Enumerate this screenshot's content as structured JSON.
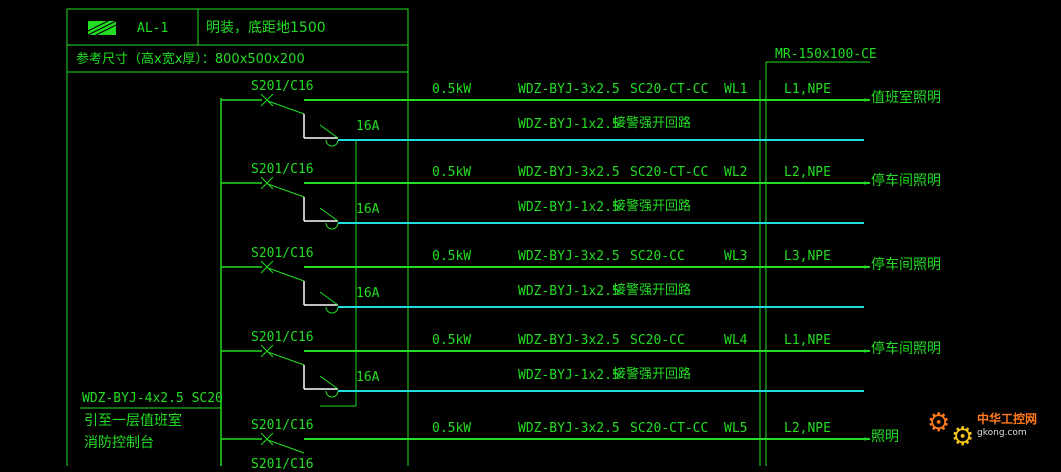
{
  "panel": {
    "id": "AL-1",
    "mount": "明装，底距地1500",
    "size": "参考尺寸（高x宽x厚）：800x500x200"
  },
  "incoming": {
    "cable": "WDZ-BYJ-4x2.5 SC20",
    "note_line1": "引至一层值班室",
    "note_line2": "消防控制台"
  },
  "trunking": {
    "label": "MR-150x100-CE"
  },
  "circuits": [
    {
      "breaker": "S201/C16",
      "power": "0.5kW",
      "cable": "WDZ-BYJ-3x2.5",
      "conduit": "SC20-CT-CC",
      "wl": "WL1",
      "phase": "L1,NPE",
      "load": "值班室照明",
      "contact": "16A",
      "fire_cable": "WDZ-BYJ-1x2.5",
      "fire_note": "接警强开回路"
    },
    {
      "breaker": "S201/C16",
      "power": "0.5kW",
      "cable": "WDZ-BYJ-3x2.5",
      "conduit": "SC20-CT-CC",
      "wl": "WL2",
      "phase": "L2,NPE",
      "load": "停车间照明",
      "contact": "16A",
      "fire_cable": "WDZ-BYJ-1x2.5",
      "fire_note": "接警强开回路"
    },
    {
      "breaker": "S201/C16",
      "power": "0.5kW",
      "cable": "WDZ-BYJ-3x2.5",
      "conduit": "SC20-CC",
      "wl": "WL3",
      "phase": "L3,NPE",
      "load": "停车间照明",
      "contact": "16A",
      "fire_cable": "WDZ-BYJ-1x2.5",
      "fire_note": "接警强开回路"
    },
    {
      "breaker": "S201/C16",
      "power": "0.5kW",
      "cable": "WDZ-BYJ-3x2.5",
      "conduit": "SC20-CC",
      "wl": "WL4",
      "phase": "L1,NPE",
      "load": "停车间照明",
      "contact": "16A",
      "fire_cable": "WDZ-BYJ-1x2.5",
      "fire_note": "接警强开回路"
    },
    {
      "breaker": "S201/C16",
      "power": "0.5kW",
      "cable": "WDZ-BYJ-3x2.5",
      "conduit": "SC20-CT-CC",
      "wl": "WL5",
      "phase": "L2,NPE",
      "load": "照明"
    }
  ],
  "cutoff_breaker": "S201/C16",
  "watermark": {
    "name": "中华工控网",
    "site": "gkong.com"
  },
  "colors": {
    "green": "#22dd22",
    "cyan": "#22dddd",
    "white": "#ffffff",
    "orange": "#ff7a1a",
    "background": "#000000"
  }
}
